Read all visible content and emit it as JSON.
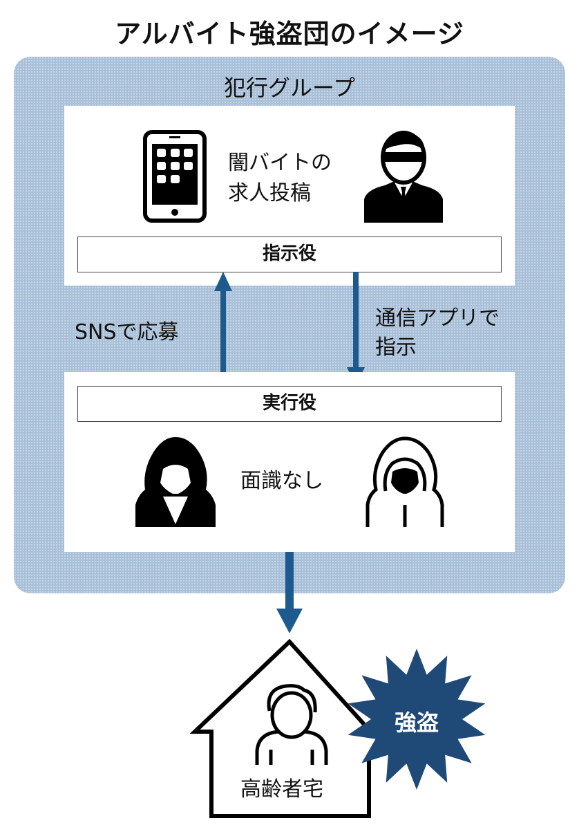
{
  "title": "アルバイト強盗団のイメージ",
  "group": {
    "label": "犯行グループ",
    "top_panel": {
      "caption_line1": "闇バイトの",
      "caption_line2": "求人投稿",
      "role": "指示役",
      "icons": [
        "smartphone-icon",
        "sunglasses-man-icon"
      ]
    },
    "bottom_panel": {
      "role": "実行役",
      "caption": "面識なし",
      "icons": [
        "hooded-person-filled-icon",
        "hooded-person-outline-icon"
      ]
    },
    "arrows": {
      "up_label": "SNSで応募",
      "down_label_line1": "通信アプリで",
      "down_label_line2": "指示"
    }
  },
  "target": {
    "label": "高齢者宅",
    "burst_label": "強盗",
    "icons": [
      "house-icon",
      "elderly-person-icon",
      "burst-icon"
    ]
  },
  "colors": {
    "arrow": "#1d5a8e",
    "group_bg": "#a9c0d9",
    "burst": "#1f4a78"
  }
}
